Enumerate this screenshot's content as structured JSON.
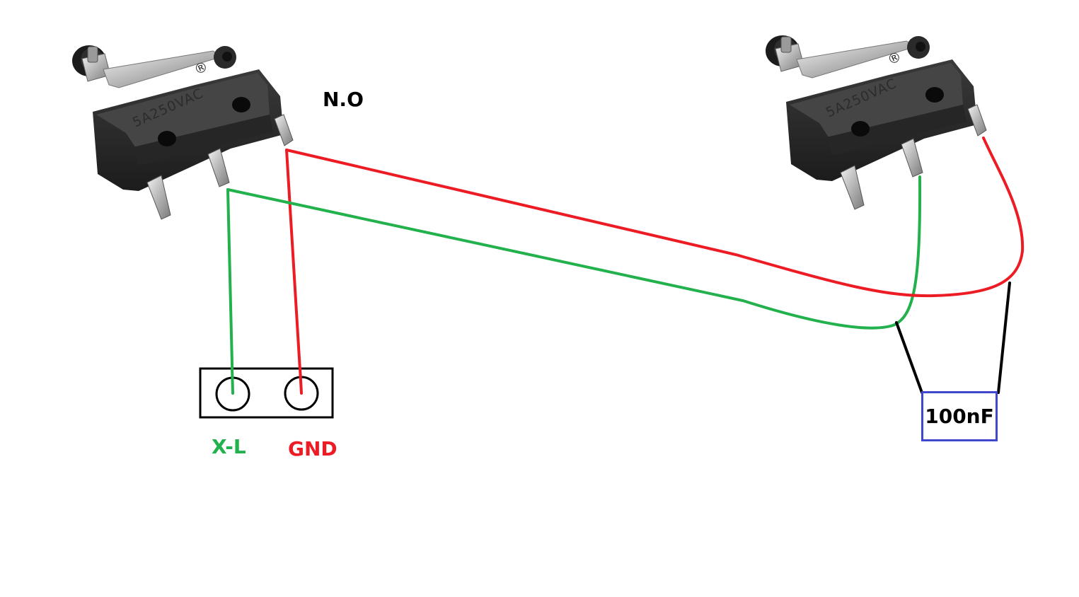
{
  "labels": {
    "contact_type": "N.O",
    "signal": "X-L",
    "ground": "GND",
    "capacitor": "100nF"
  },
  "switch_marking": "5A250VAC",
  "switch_reg_mark": "®",
  "colors": {
    "signal_wire": "#22b14c",
    "ground_wire": "#ed1c24",
    "capacitor_leads": "#000000",
    "capacitor_box": "#3f48cc",
    "connector": "#000000"
  }
}
